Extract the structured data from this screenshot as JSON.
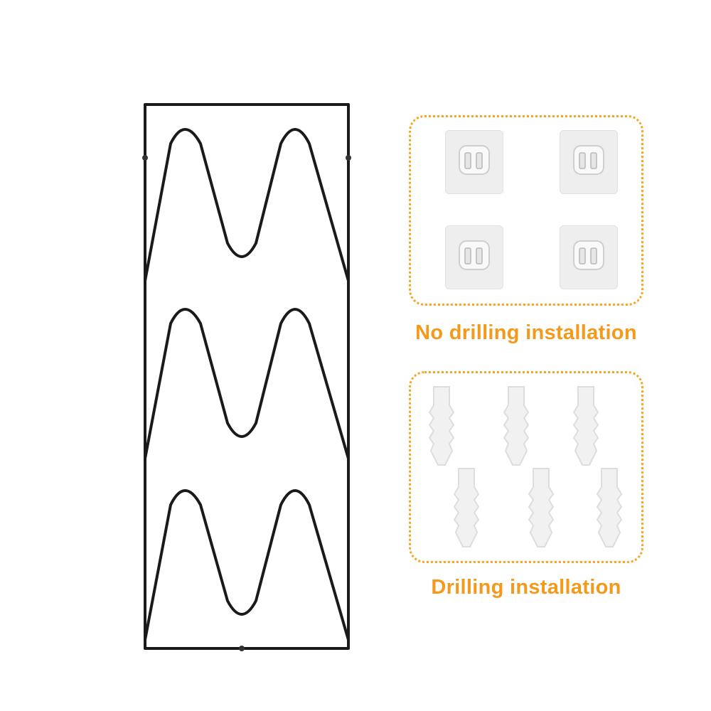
{
  "options": {
    "no_drilling": {
      "label": "No drilling installation",
      "item_count": 4,
      "item_icon": "adhesive-hook-icon"
    },
    "drilling": {
      "label": "Drilling installation",
      "item_count": 6,
      "item_icon": "wall-anchor-icon"
    }
  },
  "colors": {
    "accent": "#f39a1d",
    "rack": "#1a1a1a"
  }
}
